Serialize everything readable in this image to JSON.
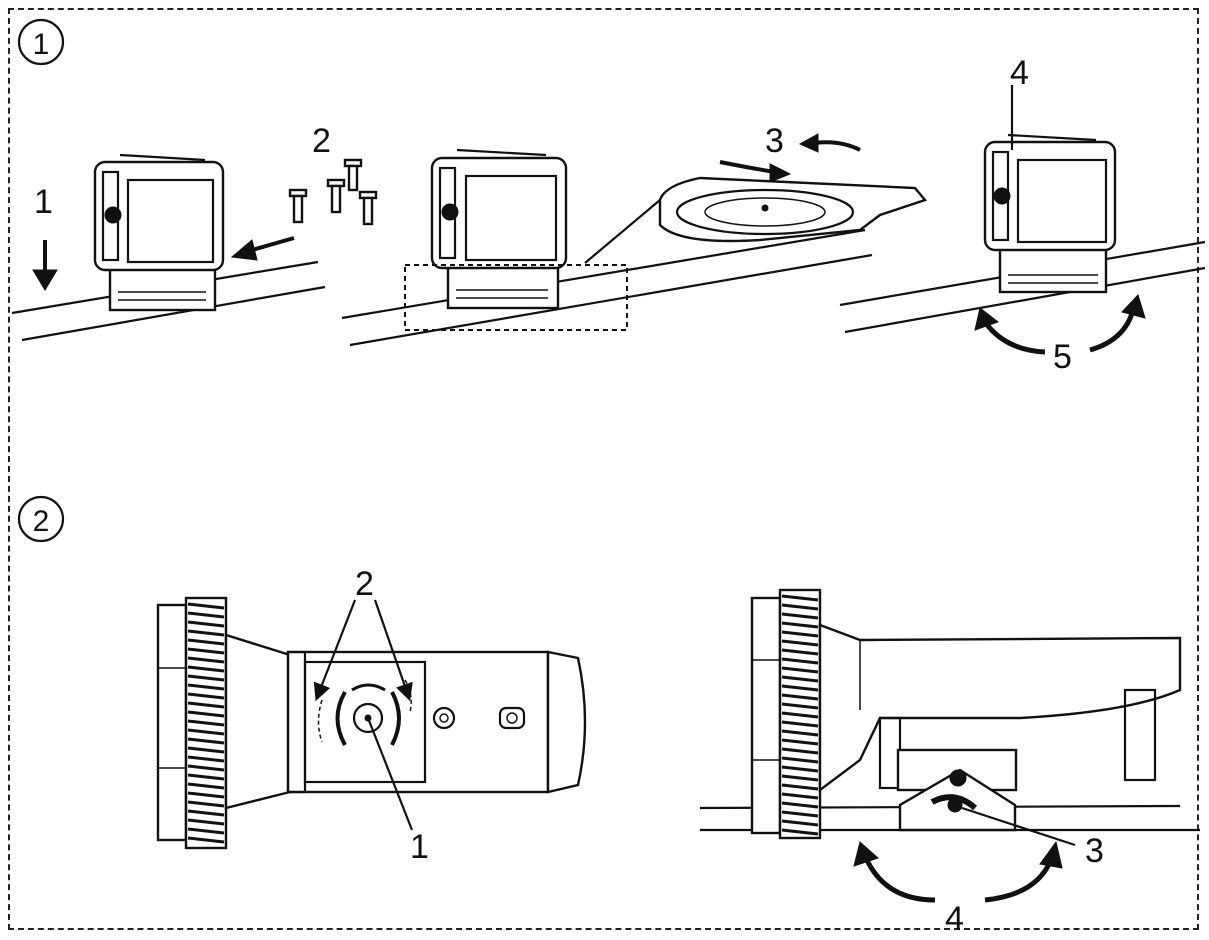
{
  "figure": {
    "section_markers": [
      "1",
      "2"
    ],
    "panel1": {
      "steps": {
        "s1": "1",
        "s2": "2",
        "s3": "3",
        "s4": "4",
        "s5": "5"
      }
    },
    "panel2": {
      "left_steps": {
        "s1": "1",
        "s2": "2"
      },
      "right_steps": {
        "s3": "3",
        "s4": "4"
      }
    }
  }
}
